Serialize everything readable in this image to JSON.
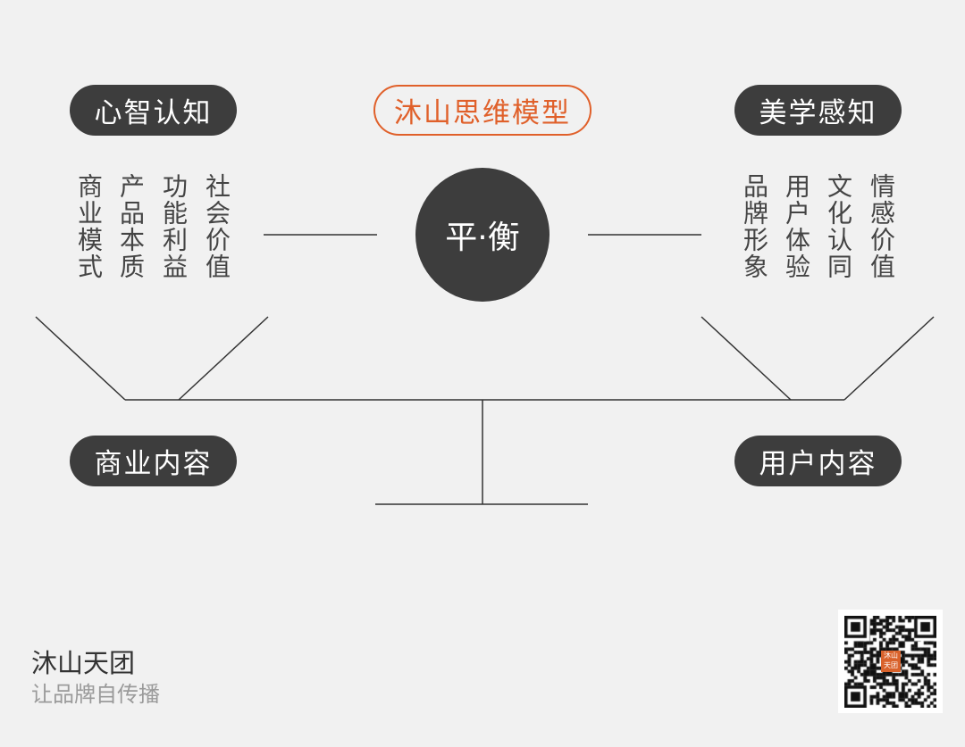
{
  "title": "沐山思维模型",
  "center": "平·衡",
  "left": {
    "heading": "心智认知",
    "columns": [
      "商业模式",
      "产品本质",
      "功能利益",
      "社会价值"
    ],
    "footer_label": "商业内容"
  },
  "right": {
    "heading": "美学感知",
    "columns": [
      "品牌形象",
      "用户体验",
      "文化认同",
      "情感价值"
    ],
    "footer_label": "用户内容"
  },
  "brand": {
    "name": "沐山天团",
    "slogan": "让品牌自传播",
    "qr_logo": "沐山天团"
  },
  "colors": {
    "accent": "#e0602a",
    "dark": "#3d3d3d",
    "background": "#f1f1f1"
  }
}
